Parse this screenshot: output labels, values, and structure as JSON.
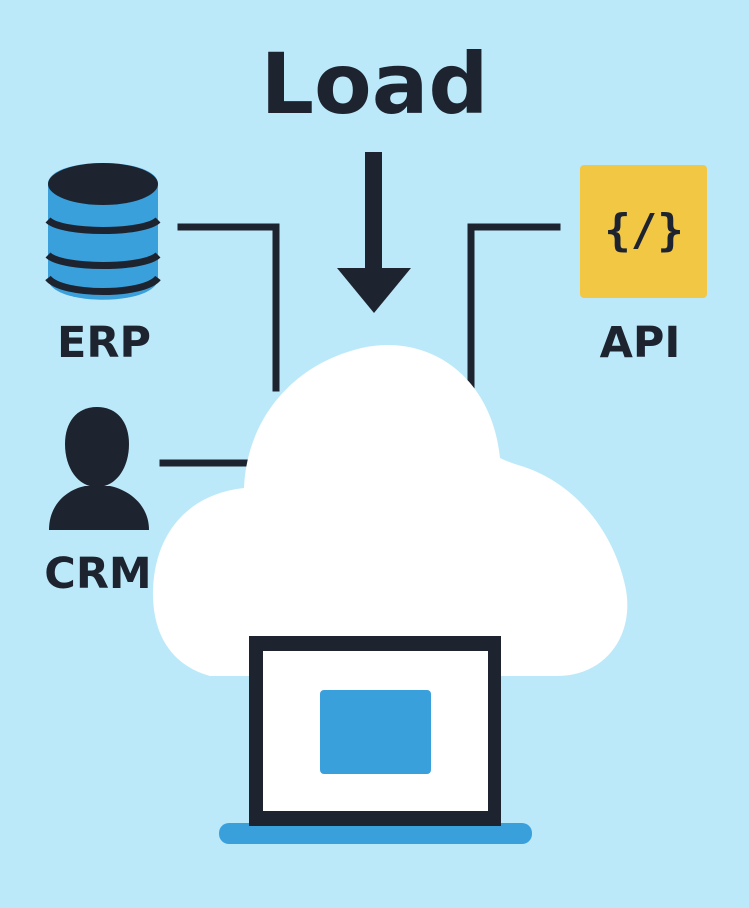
{
  "diagram": {
    "title": "Load",
    "sources": {
      "erp": {
        "label": "ERP",
        "icon": "database-icon"
      },
      "api": {
        "label": "API",
        "icon": "code-brackets-icon",
        "glyph": "{/}"
      },
      "crm": {
        "label": "CRM",
        "icon": "user-icon"
      }
    },
    "target_icons": [
      "cloud-icon",
      "laptop-icon"
    ],
    "colors": {
      "background": "#bce9f9",
      "dark": "#1d2430",
      "blue": "#3aa0dc",
      "yellow": "#f2c744",
      "white": "#ffffff"
    }
  }
}
